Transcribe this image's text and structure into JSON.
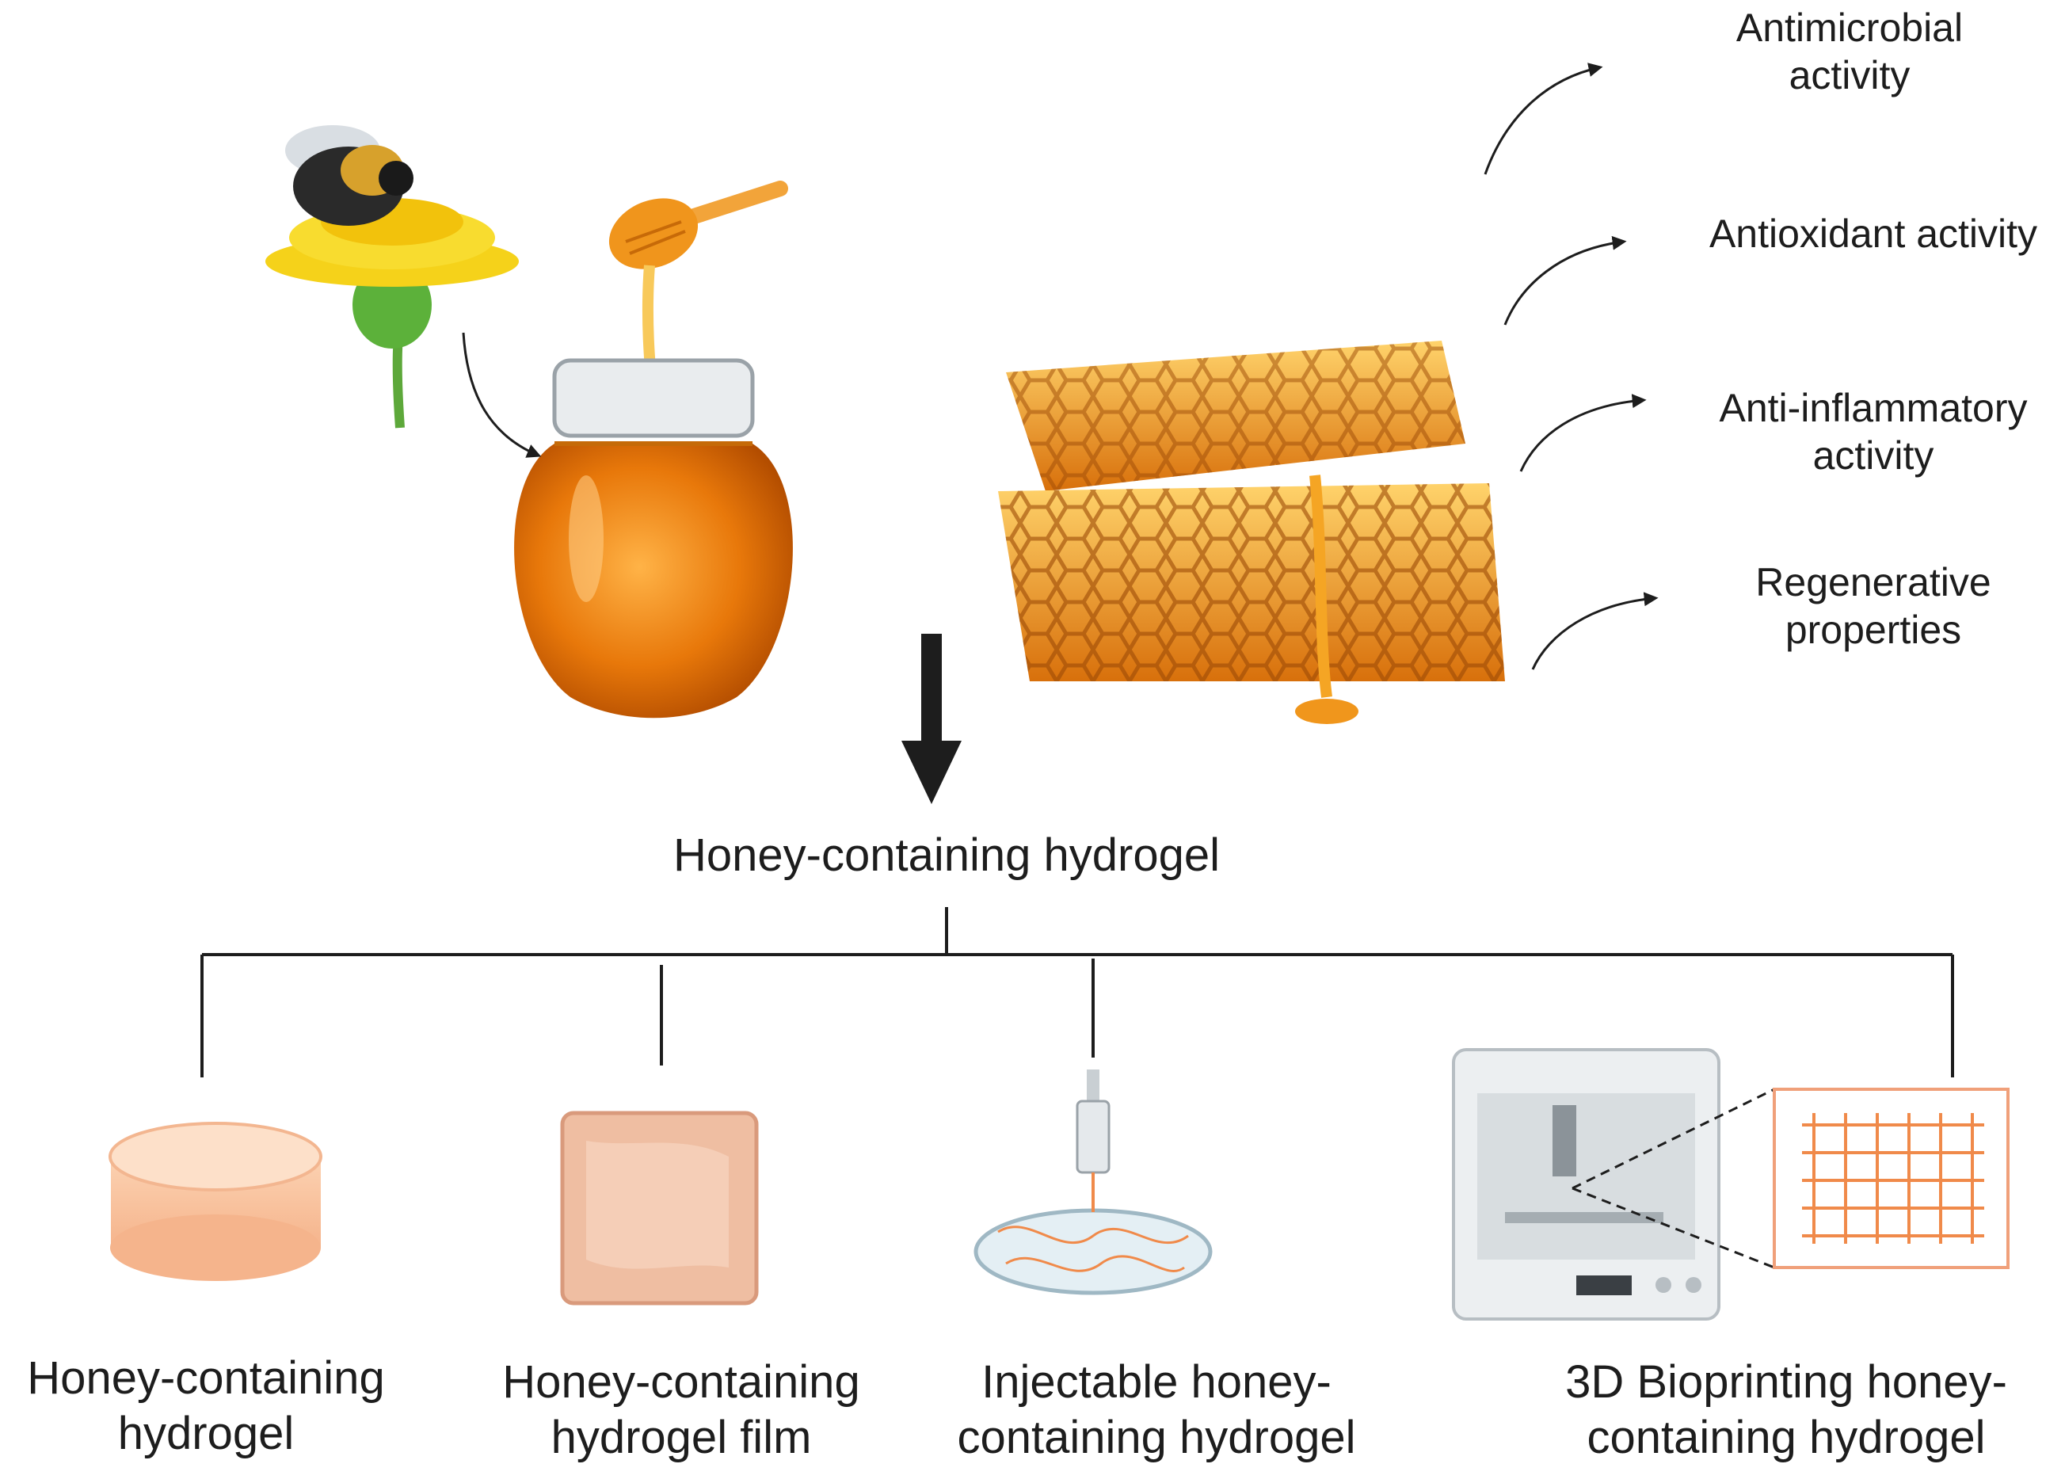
{
  "properties": [
    {
      "line1": "Antimicrobial",
      "line2": "activity"
    },
    {
      "line1": "Antioxidant activity",
      "line2": ""
    },
    {
      "line1": "Anti-inflammatory",
      "line2": "activity"
    },
    {
      "line1": "Regenerative",
      "line2": "properties"
    }
  ],
  "center": {
    "title": "Honey-containing hydrogel"
  },
  "forms": [
    {
      "line1": "Honey-containing",
      "line2": "hydrogel"
    },
    {
      "line1": "Honey-containing",
      "line2": "hydrogel film"
    },
    {
      "line1": "Injectable honey-",
      "line2": "containing hydrogel"
    },
    {
      "line1": "3D Bioprinting honey-",
      "line2": "containing hydrogel"
    }
  ],
  "colors": {
    "honey": "#e8820f",
    "honey_light": "#f7b13d",
    "flower": "#f5d21a",
    "hydrogel": "#f8c4a0",
    "film": "#f1c0a6",
    "grid": "#f08a4a",
    "line": "#1d1d1d"
  }
}
